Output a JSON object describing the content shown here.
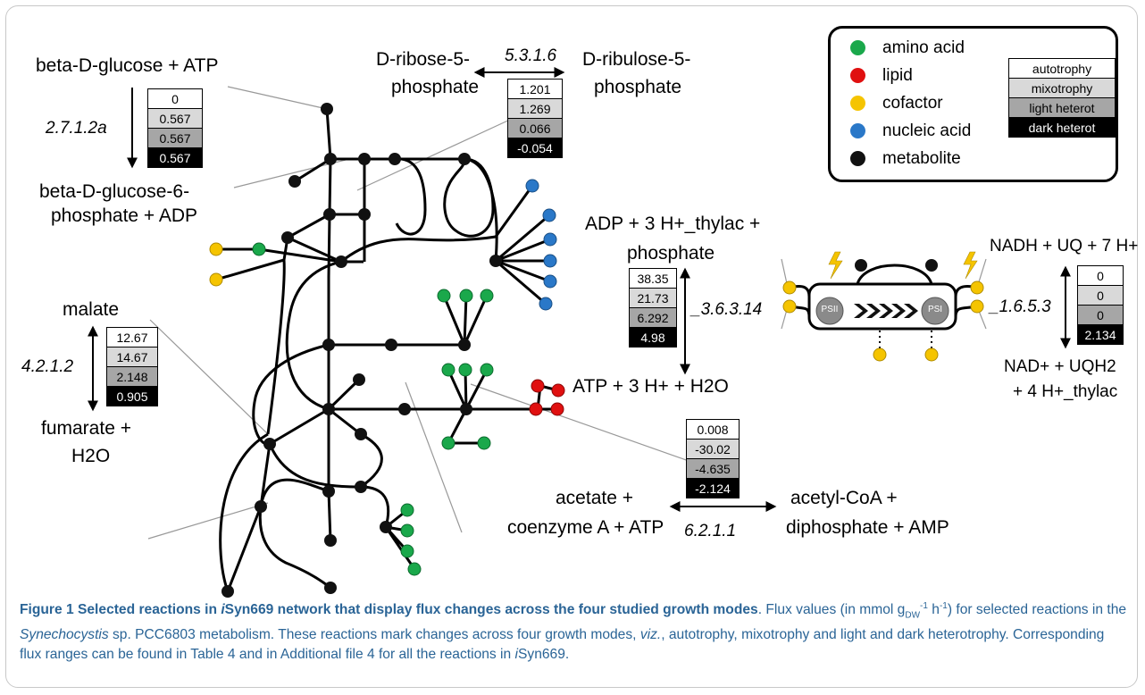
{
  "reactions": {
    "glucose": {
      "substrate": "beta-D-glucose + ATP",
      "product_line1": "beta-D-glucose-6-",
      "product_line2": "phosphate + ADP",
      "ec": "2.7.1.2a",
      "fluxes": [
        "0",
        "0.567",
        "0.567",
        "0.567"
      ]
    },
    "ribose": {
      "left_line1": "D-ribose-5-",
      "left_line2": "phosphate",
      "right_line1": "D-ribulose-5-",
      "right_line2": "phosphate",
      "ec": "5.3.1.6",
      "fluxes": [
        "1.201",
        "1.269",
        "0.066",
        "-0.054"
      ]
    },
    "atp_synthase": {
      "top_line1": "ADP + 3 H+_thylac +",
      "top_line2": "phosphate",
      "bottom": "ATP + 3 H+ + H2O",
      "ec": "_3.6.3.14",
      "fluxes": [
        "38.35",
        "21.73",
        "6.292",
        "4.98"
      ]
    },
    "nadh": {
      "top": "NADH + UQ + 7 H+",
      "bottom_line1": "NAD+ + UQH2",
      "bottom_line2": "+ 4 H+_thylac",
      "ec": "_1.6.5.3",
      "fluxes": [
        "0",
        "0",
        "0",
        "2.134"
      ]
    },
    "malate": {
      "top": "malate",
      "bottom_line1": "fumarate +",
      "bottom_line2": "H2O",
      "ec": "4.2.1.2",
      "fluxes": [
        "12.67",
        "14.67",
        "2.148",
        "0.905"
      ]
    },
    "acetate": {
      "left_line1": "acetate +",
      "left_line2": "coenzyme A + ATP",
      "right_line1": "acetyl-CoA +",
      "right_line2": "diphosphate + AMP",
      "ec": "6.2.1.1",
      "fluxes": [
        "0.008",
        "-30.02",
        "-4.635",
        "-2.124"
      ]
    }
  },
  "photosystem": {
    "psii": "PSII",
    "psi": "PSI"
  },
  "legend": {
    "items": [
      {
        "label": "amino acid",
        "color": "#1aa84b"
      },
      {
        "label": "lipid",
        "color": "#e01010"
      },
      {
        "label": "cofactor",
        "color": "#f5c400"
      },
      {
        "label": "nucleic acid",
        "color": "#2a78c8"
      },
      {
        "label": "metabolite",
        "color": "#111111"
      }
    ],
    "modes": [
      "autotrophy",
      "mixotrophy",
      "light heterot",
      "dark heterot"
    ]
  },
  "caption": {
    "bold_part1": "Figure 1 Selected reactions in ",
    "bold_italic": "i",
    "bold_part2": "Syn669 network that display flux changes across the four studied growth modes",
    "text1": ". Flux values (in mmol g",
    "sub": "DW",
    "sup1": "-1",
    "text2": " h",
    "sup2": "-1",
    "text3": ") for selected reactions in the ",
    "italic1": "Synechocystis",
    "text4": " sp. PCC6803 metabolism. These reactions mark changes across four growth modes, ",
    "italic2": "viz.",
    "text5": ", autotrophy, mixotrophy and light and dark heterotrophy. Corresponding flux ranges can be found in Table 4 and in Additional file 4 for all the reactions in ",
    "italic3": "i",
    "text6": "Syn669."
  }
}
